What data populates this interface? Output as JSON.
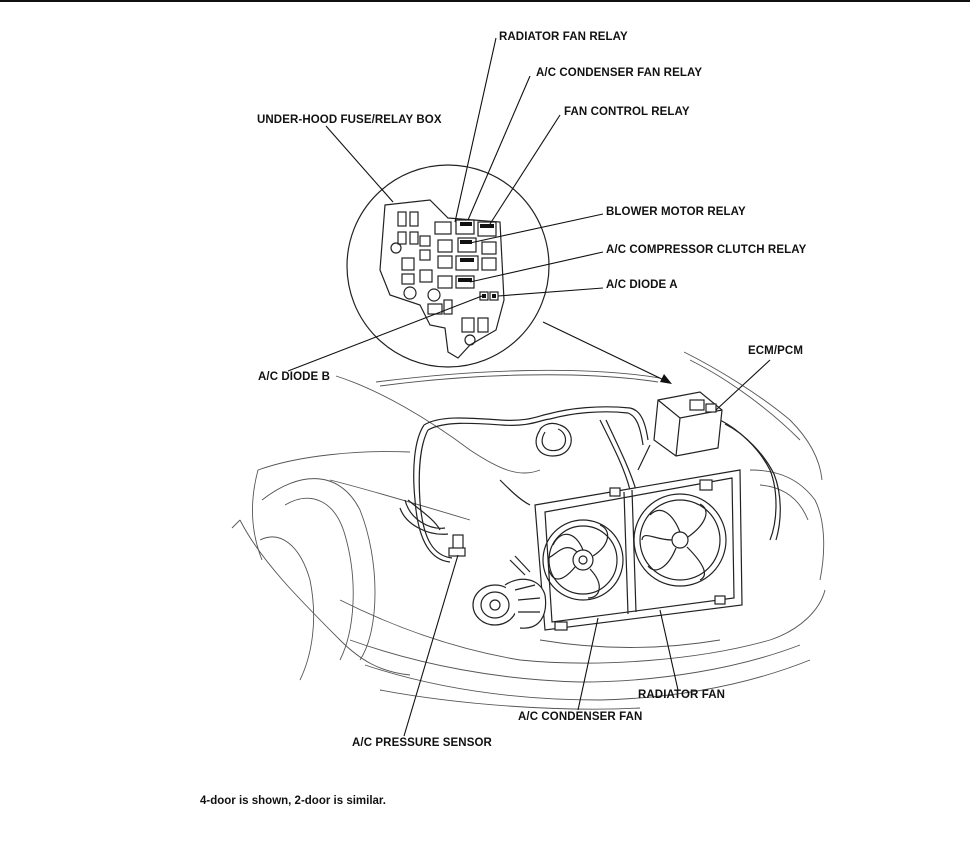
{
  "labels": {
    "radiator_fan_relay": "RADIATOR FAN RELAY",
    "ac_condenser_fan_relay": "A/C CONDENSER FAN RELAY",
    "fan_control_relay": "FAN CONTROL RELAY",
    "under_hood_fuse_relay_box": "UNDER-HOOD FUSE/RELAY BOX",
    "blower_motor_relay": "BLOWER MOTOR RELAY",
    "ac_compressor_clutch_relay": "A/C COMPRESSOR CLUTCH RELAY",
    "ac_diode_a": "A/C DIODE A",
    "ac_diode_b": "A/C DIODE B",
    "ecm_pcm": "ECM/PCM",
    "radiator_fan": "RADIATOR FAN",
    "ac_condenser_fan": "A/C CONDENSER FAN",
    "ac_pressure_sensor": "A/C PRESSURE SENSOR"
  },
  "note": "4-door is shown, 2-door is similar."
}
